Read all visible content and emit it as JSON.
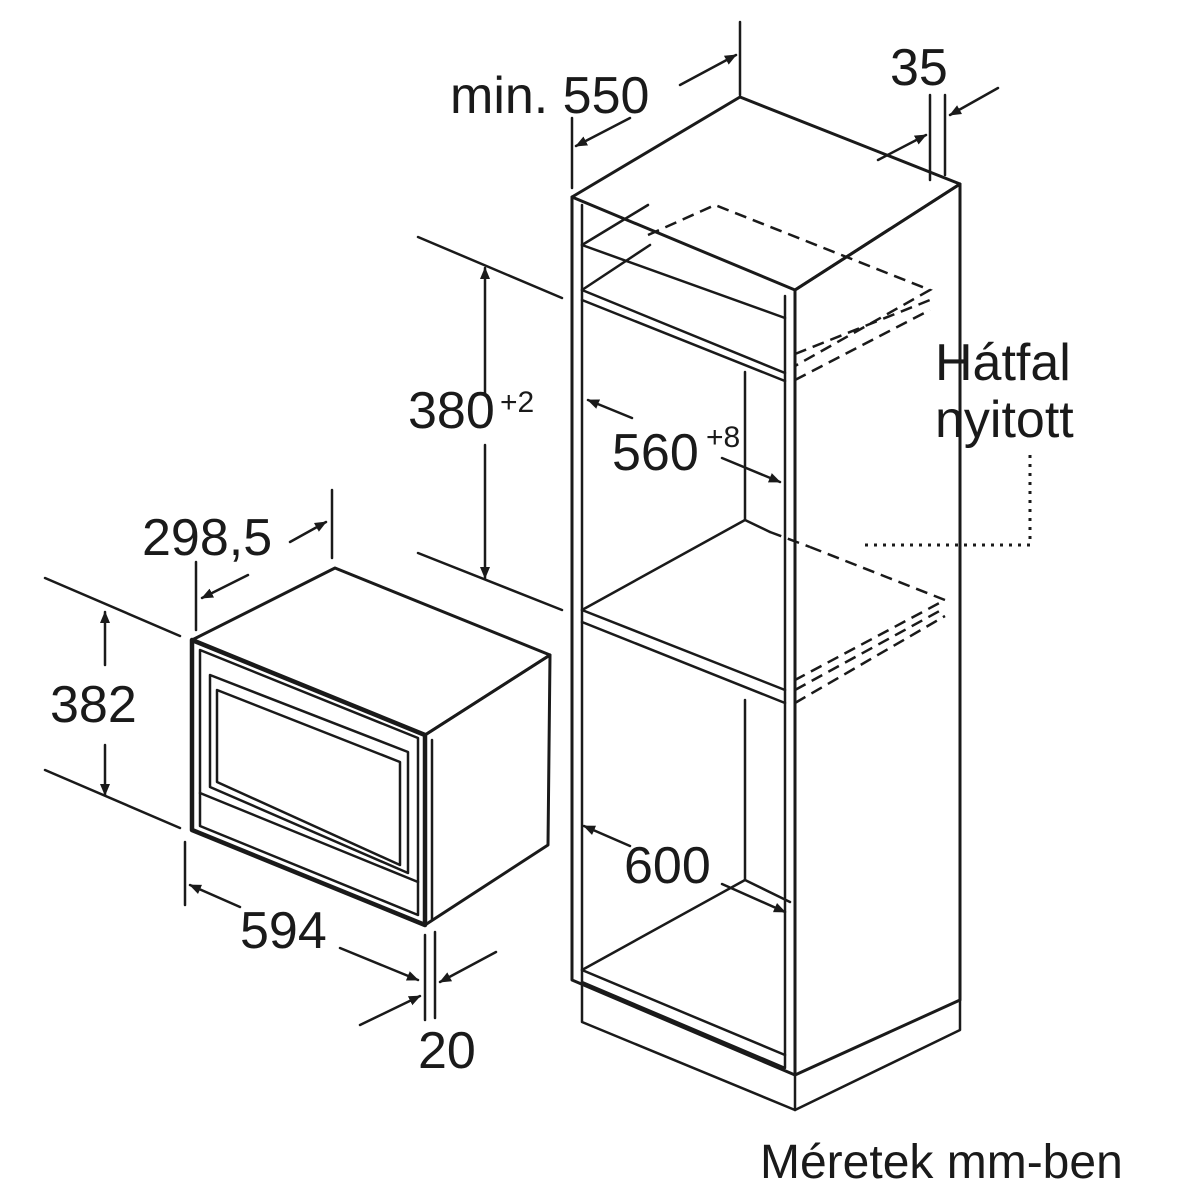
{
  "labels": {
    "min_depth": "min. 550",
    "gap_35": "35",
    "niche_height": "380",
    "niche_height_tol": "+2",
    "niche_width": "560",
    "niche_width_tol": "+8",
    "back_wall_line1": "Hátfal",
    "back_wall_line2": "nyitott",
    "appliance_depth": "298,5",
    "appliance_height": "382",
    "cabinet_width": "600",
    "appliance_width": "594",
    "front_panel": "20",
    "units_note": "Méretek mm-ben"
  }
}
